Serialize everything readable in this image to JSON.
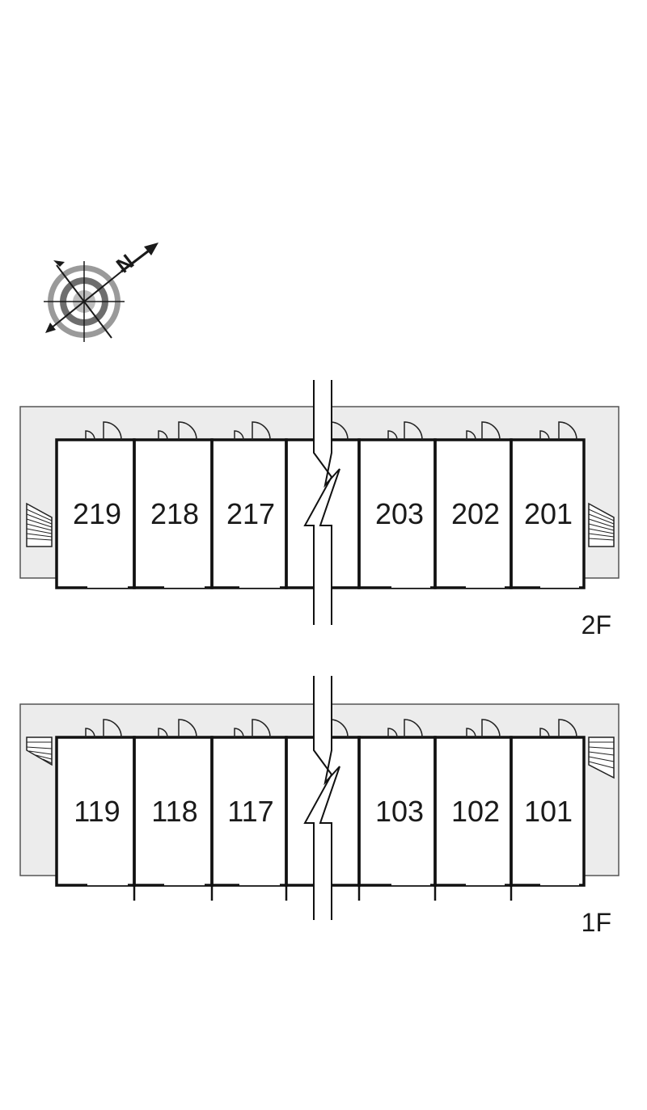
{
  "compass": {
    "north_label": "N",
    "icon": "compass-rose-icon"
  },
  "floors": [
    {
      "id": "2f",
      "label": "2F",
      "units": [
        "219",
        "218",
        "217",
        "",
        "203",
        "202",
        "201"
      ]
    },
    {
      "id": "1f",
      "label": "1F",
      "units": [
        "119",
        "118",
        "117",
        "",
        "103",
        "102",
        "101"
      ]
    }
  ],
  "colors": {
    "corridor": "#ececec",
    "wall": "#111111",
    "compass_outer": "#9a9a9a",
    "compass_ring": "#6e6e6e"
  }
}
